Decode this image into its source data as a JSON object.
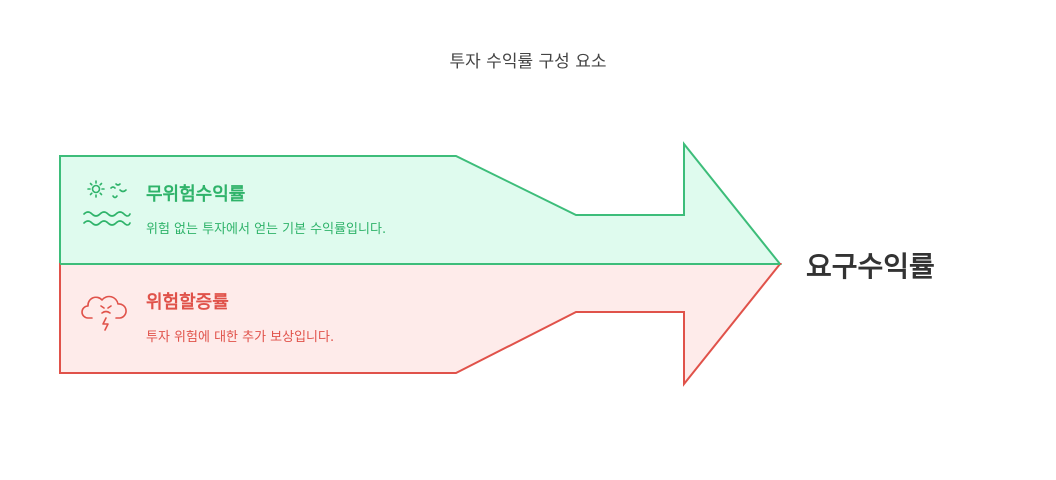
{
  "title": "투자 수익률 구성 요소",
  "components": [
    {
      "name": "무위험수익률",
      "description": "위험 없는 투자에서 얻는 기본 수익률입니다.",
      "icon": "sun-and-waves-icon",
      "stroke_color": "#3dbd7a",
      "fill_color": "#dffbee"
    },
    {
      "name": "위험할증률",
      "description": "투자 위험에 대한 추가 보상입니다.",
      "icon": "storm-cloud-icon",
      "stroke_color": "#e0524a",
      "fill_color": "#feebea"
    }
  ],
  "result": "요구수익률"
}
